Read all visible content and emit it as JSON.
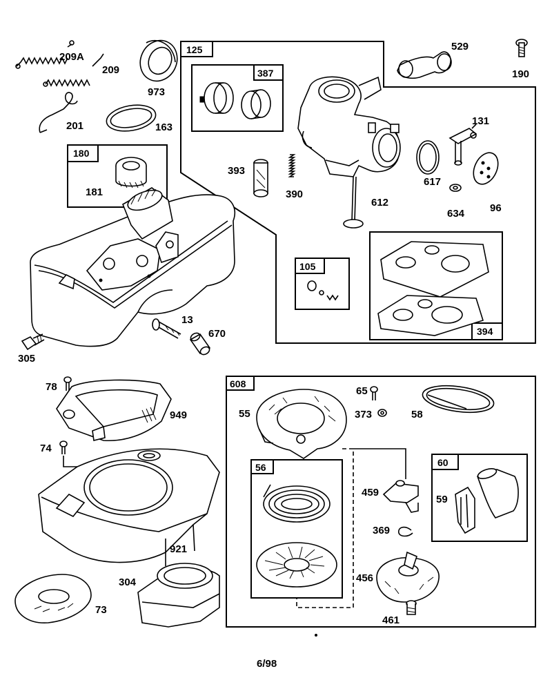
{
  "labels": {
    "p209a": "209A",
    "p209": "209",
    "p201": "201",
    "p973": "973",
    "p163": "163",
    "p125": "125",
    "p387": "387",
    "p529": "529",
    "p190": "190",
    "p131": "131",
    "p393": "393",
    "p390": "390",
    "p612": "612",
    "p617": "617",
    "p634": "634",
    "p96": "96",
    "p105": "105",
    "p394": "394",
    "p180": "180",
    "p181": "181",
    "p13": "13",
    "p670": "670",
    "p305": "305",
    "p78": "78",
    "p949": "949",
    "p74": "74",
    "p921": "921",
    "p304": "304",
    "p73": "73",
    "p608": "608",
    "p65": "65",
    "p55": "55",
    "p373": "373",
    "p58": "58",
    "p56": "56",
    "p459": "459",
    "p60": "60",
    "p59": "59",
    "p369": "369",
    "p456": "456",
    "p461": "461"
  },
  "footer": "6/98"
}
